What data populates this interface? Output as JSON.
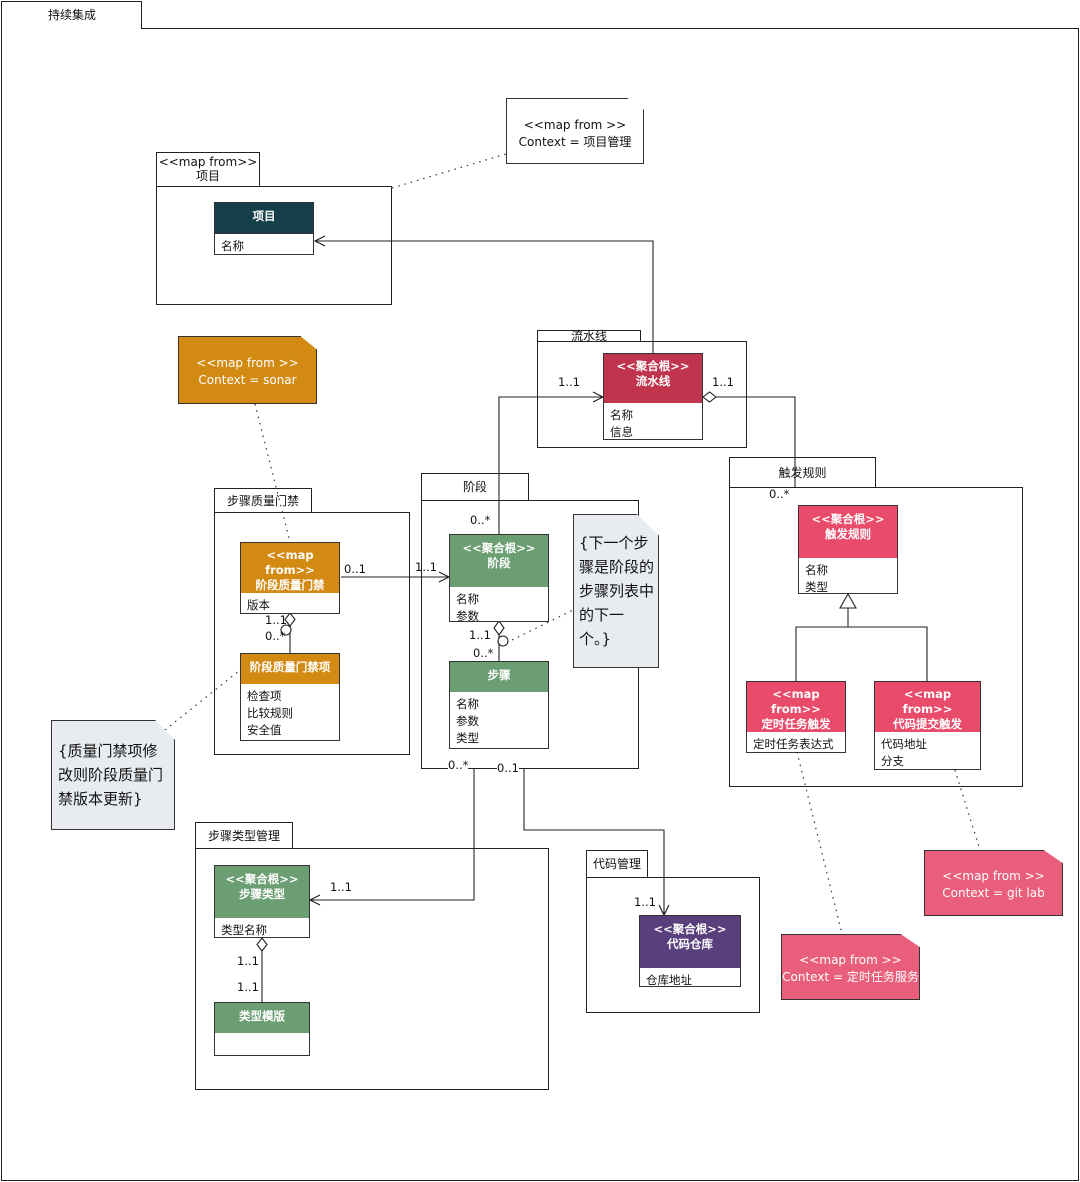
{
  "frame_title": "持续集成",
  "colors": {
    "project": "#163f4c",
    "pipeline": "#c0344d",
    "trigger": "#e94b6b",
    "stage": "#6b9e72",
    "gate": "#d38a12",
    "repo": "#5a3f7d",
    "note_yellow": "#d38a12",
    "note_pink": "#e95e7a",
    "note_gray": "#e8ecf0"
  },
  "packages": {
    "project": {
      "tab": "<<map from>>\n项目"
    },
    "pipeline": {
      "tab": "流水线"
    },
    "trigger": {
      "tab": "触发规则"
    },
    "stage": {
      "tab": "阶段"
    },
    "gate": {
      "tab": "步骤质量门禁"
    },
    "steptype": {
      "tab": "步骤类型管理"
    },
    "code": {
      "tab": "代码管理"
    }
  },
  "classes": {
    "project": {
      "header": "项目",
      "attrs": [
        "名称"
      ]
    },
    "pipeline": {
      "header": "<<聚合根>>\n流水线",
      "attrs": [
        "名称",
        "信息"
      ]
    },
    "trigger": {
      "header": "<<聚合根>>\n触发规则",
      "attrs": [
        "名称",
        "类型"
      ]
    },
    "timer": {
      "header": "<<map from>>\n定时任务触发",
      "attrs": [
        "定时任务表达式"
      ]
    },
    "commit": {
      "header": "<<map from>>\n代码提交触发",
      "attrs": [
        "代码地址",
        "分支"
      ]
    },
    "stage": {
      "header": "<<聚合根>>\n阶段",
      "attrs": [
        "名称",
        "参数"
      ]
    },
    "step": {
      "header": "步骤",
      "attrs": [
        "名称",
        "参数",
        "类型"
      ]
    },
    "stagegate": {
      "header": "<<map from>>\n阶段质量门禁",
      "attrs": [
        "版本"
      ]
    },
    "gateitem": {
      "header": "阶段质量门禁项",
      "attrs": [
        "检查项",
        "比较规则",
        "安全值"
      ]
    },
    "steptype": {
      "header": "<<聚合根>>\n步骤类型",
      "attrs": [
        "类型名称"
      ]
    },
    "template": {
      "header": "类型模版",
      "attrs": [
        ""
      ]
    },
    "repo": {
      "header": "<<聚合根>>\n代码仓库",
      "attrs": [
        "仓库地址"
      ]
    }
  },
  "notes": {
    "project": "<<map from >>\nContext = 项目管理",
    "sonar": "<<map from >>\nContext = sonar",
    "gitlab": "<<map from >>\nContext = git lab",
    "timer": "<<map from >>\nContext = 定时任务服务",
    "gate_rule": "{质量门禁项修改则阶段质量门禁版本更新}",
    "step_rule": "{下一个步骤是阶段的步骤列表中的下一个。}"
  },
  "multiplicities": {
    "pipe_left": "1..1",
    "pipe_right": "1..1",
    "trigger_top": "0..*",
    "stage_top": "0..*",
    "gate_to_stage": "0..1",
    "stage_from_gate": "1..1",
    "stage_step_1": "1..1",
    "stage_step_2": "0..*",
    "gate_1": "1..1",
    "gate_2": "0..*",
    "step_bottom_left": "0..*",
    "step_bottom_right": "0..1",
    "steptype_in": "1..1",
    "type_tmpl_1": "1..1",
    "type_tmpl_2": "1..1",
    "repo_in": "1..1"
  }
}
